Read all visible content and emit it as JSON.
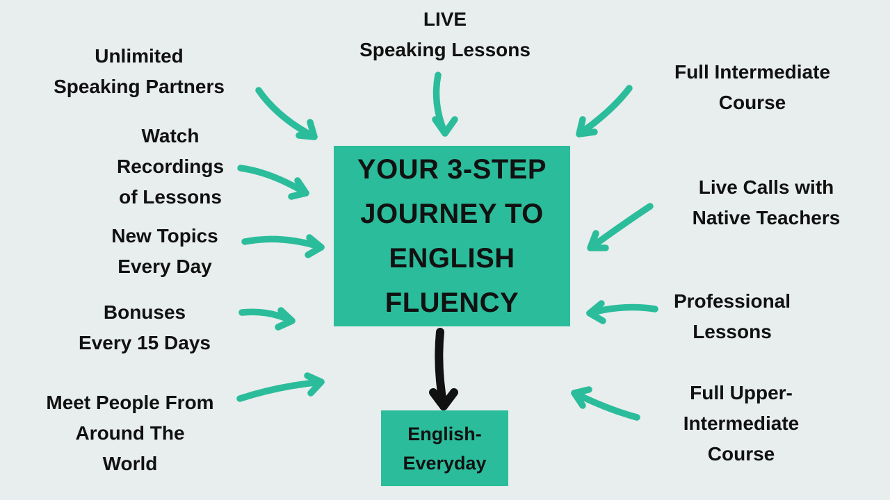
{
  "colors": {
    "background": "#e8eded",
    "accent": "#2bbd9b",
    "text": "#111111",
    "black_arrow": "#111111"
  },
  "center_box": {
    "lines": [
      "YOUR 3-STEP",
      "JOURNEY TO",
      "ENGLISH",
      "FLUENCY"
    ]
  },
  "brand_box": {
    "lines": [
      "English-",
      "Everyday"
    ]
  },
  "labels": {
    "live_speaking_lessons": {
      "lines": [
        "LIVE",
        "Speaking Lessons"
      ]
    },
    "unlimited_speaking_partners": {
      "lines": [
        "Unlimited",
        "Speaking Partners"
      ]
    },
    "watch_recordings": {
      "lines": [
        "Watch",
        "Recordings",
        "of Lessons"
      ]
    },
    "new_topics": {
      "lines": [
        "New Topics",
        "Every Day"
      ]
    },
    "bonuses": {
      "lines": [
        "Bonuses",
        "Every 15 Days"
      ]
    },
    "meet_people": {
      "lines": [
        "Meet People From",
        "Around The",
        "World"
      ]
    },
    "full_intermediate_course": {
      "lines": [
        "Full Intermediate",
        "Course"
      ]
    },
    "live_calls_native_teachers": {
      "lines": [
        "Live Calls with",
        "Native Teachers"
      ]
    },
    "professional_lessons": {
      "lines": [
        "Professional",
        "Lessons"
      ]
    },
    "full_upper_intermediate_course": {
      "lines": [
        "Full Upper-",
        "Intermediate",
        "Course"
      ]
    }
  }
}
